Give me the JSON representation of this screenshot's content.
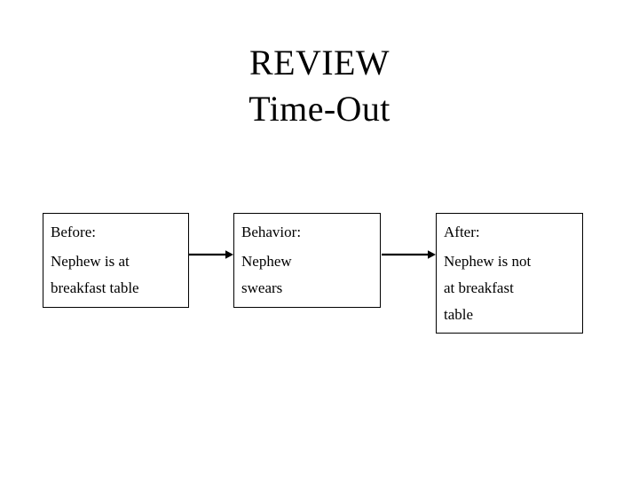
{
  "slide": {
    "background_color": "#ffffff",
    "text_color": "#000000",
    "title": {
      "line1": "REVIEW",
      "line2": "Time-Out"
    },
    "diagram": {
      "type": "abc-chain",
      "boxes": [
        {
          "heading": "Before:",
          "body_lines": [
            "Nephew is at",
            "breakfast table"
          ],
          "body_text": "Nephew is at breakfast table"
        },
        {
          "heading": "Behavior:",
          "body_lines": [
            "Nephew",
            "swears"
          ],
          "body_text": "Nephew swears"
        },
        {
          "heading": "After:",
          "body_lines": [
            "Nephew is not",
            "at breakfast",
            "table"
          ],
          "body_text": "Nephew is not at breakfast table"
        }
      ],
      "connectors": [
        {
          "icon": "arrow-right-icon",
          "from": "Before:",
          "to": "Behavior:"
        },
        {
          "icon": "arrow-right-icon",
          "from": "Behavior:",
          "to": "After:"
        }
      ]
    }
  }
}
